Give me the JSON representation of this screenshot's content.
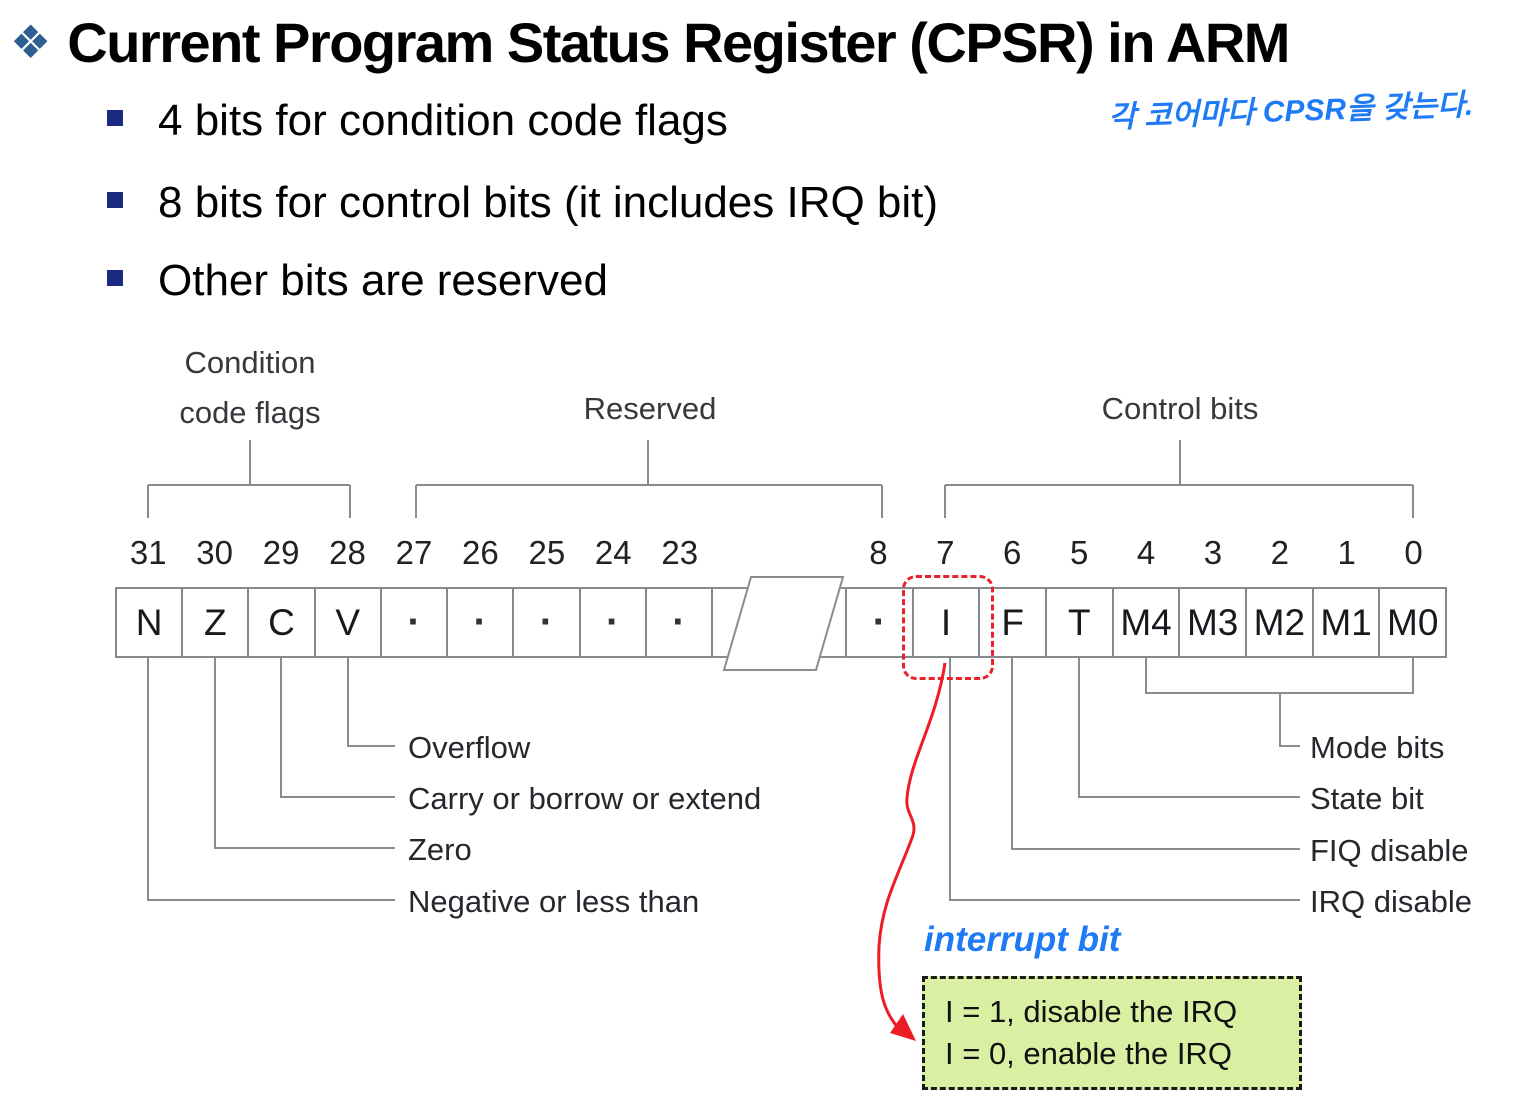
{
  "title": "Current Program Status Register (CPSR) in ARM",
  "title_bullet_icon": "❖",
  "bullets": [
    {
      "text": "4 bits for condition code flags"
    },
    {
      "text": "8 bits for control bits (it includes IRQ bit)"
    },
    {
      "text": "Other bits are reserved"
    }
  ],
  "handwritten": {
    "core_note": "각 코어마다 CPSR을 갖는다.",
    "interrupt_note": "interrupt bit",
    "ink_color": "#1f7bf5"
  },
  "diagram": {
    "group_labels": {
      "condition_line1": "Condition",
      "condition_line2": "code flags",
      "reserved": "Reserved",
      "control": "Control bits"
    },
    "bit_numbers_left": [
      "31",
      "30",
      "29",
      "28",
      "27",
      "26",
      "25",
      "24",
      "23"
    ],
    "bit_numbers_right": [
      "8",
      "7",
      "6",
      "5",
      "4",
      "3",
      "2",
      "1",
      "0"
    ],
    "cells_left": [
      "N",
      "Z",
      "C",
      "V",
      "·",
      "·",
      "·",
      "·",
      "·"
    ],
    "cells_right": [
      "·",
      "I",
      "F",
      "T",
      "M4",
      "M3",
      "M2",
      "M1",
      "M0"
    ],
    "flag_labels": {
      "overflow": "Overflow",
      "carry": "Carry or borrow or extend",
      "zero": "Zero",
      "negative": "Negative or less than"
    },
    "control_labels": {
      "mode": "Mode bits",
      "state": "State bit",
      "fiq": "FIQ disable",
      "irq": "IRQ disable"
    },
    "line_color": "#8a8d90",
    "highlight_color": "#ec2028"
  },
  "callout": {
    "line1": "I = 1, disable the IRQ",
    "line2": "I = 0, enable the IRQ",
    "bg_color": "#d9f0a3"
  }
}
